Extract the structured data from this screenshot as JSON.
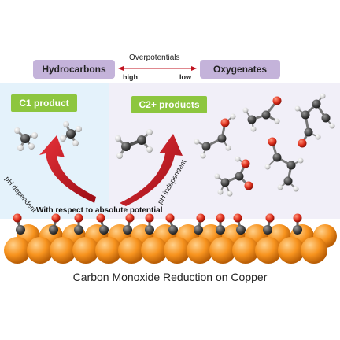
{
  "header": {
    "left_box": "Hydrocarbons",
    "right_box": "Oxygenates",
    "arrow_title": "Overpotentials",
    "arrow_left": "high",
    "arrow_right": "low"
  },
  "panels": {
    "c1_label": "C1 product",
    "c2_label": "C2+ products"
  },
  "arrows": {
    "ph_dependent": "pH dependent",
    "ph_independent": "pH independent",
    "note": "With respect to absolute potential"
  },
  "caption": "Carbon Monoxide Reduction on Copper",
  "colors": {
    "purple_box": "#c4b3da",
    "green_box": "#8dc63f",
    "left_panel": "#e4f2fb",
    "right_panel": "#f1eff8",
    "copper": "#f7931e",
    "carbon": "#555555",
    "oxygen": "#e0301e",
    "hydrogen": "#dcdcdc",
    "red_arrow": "#c0121f"
  }
}
